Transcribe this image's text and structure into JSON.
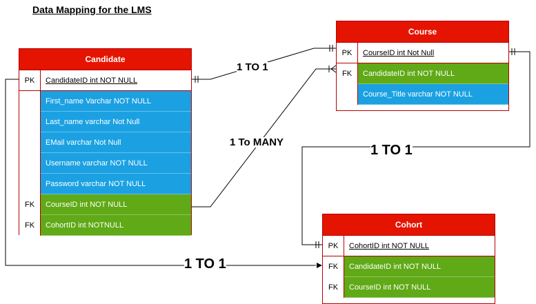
{
  "page_title": "Data Mapping for the LMS",
  "tables": {
    "candidate": {
      "name": "Candidate",
      "rows": [
        {
          "key": "PK",
          "field": "CandidateID int NOT NULL"
        },
        {
          "key": "",
          "field": "First_name Varchar NOT NULL"
        },
        {
          "key": "",
          "field": "Last_name varchar Not Null"
        },
        {
          "key": "",
          "field": "EMail varchar Not Null"
        },
        {
          "key": "",
          "field": "Username varchar NOT NULL"
        },
        {
          "key": "",
          "field": "Password  varchar NOT NULL"
        },
        {
          "key": "FK",
          "field": "CourseID int NOT NULL"
        },
        {
          "key": "FK",
          "field": "CohortID   int NOTNULL"
        }
      ]
    },
    "course": {
      "name": "Course",
      "rows": [
        {
          "key": "PK",
          "field": "CourseID int Not Null"
        },
        {
          "key": "FK",
          "field": "CandidateID int NOT NULL"
        },
        {
          "key": "",
          "field": "Course_Title  varchar NOT NULL"
        }
      ]
    },
    "cohort": {
      "name": "Cohort",
      "rows": [
        {
          "key": "PK",
          "field": "CohortID int NOT NULL"
        },
        {
          "key": "FK",
          "field": "CandidateID int NOT NULL"
        },
        {
          "key": "FK",
          "field": "CourseID int NOT NULL"
        }
      ]
    }
  },
  "relationships": {
    "candidate_course": "1 TO 1",
    "course_candidate": "1 To MANY",
    "course_cohort": "1 TO 1",
    "candidate_cohort": "1 TO 1"
  },
  "colors": {
    "header": "#e51400",
    "header_border": "#b40000",
    "attribute_blue": "#1ba1e2",
    "foreign_key_green": "#60a917",
    "line": "#000000"
  }
}
